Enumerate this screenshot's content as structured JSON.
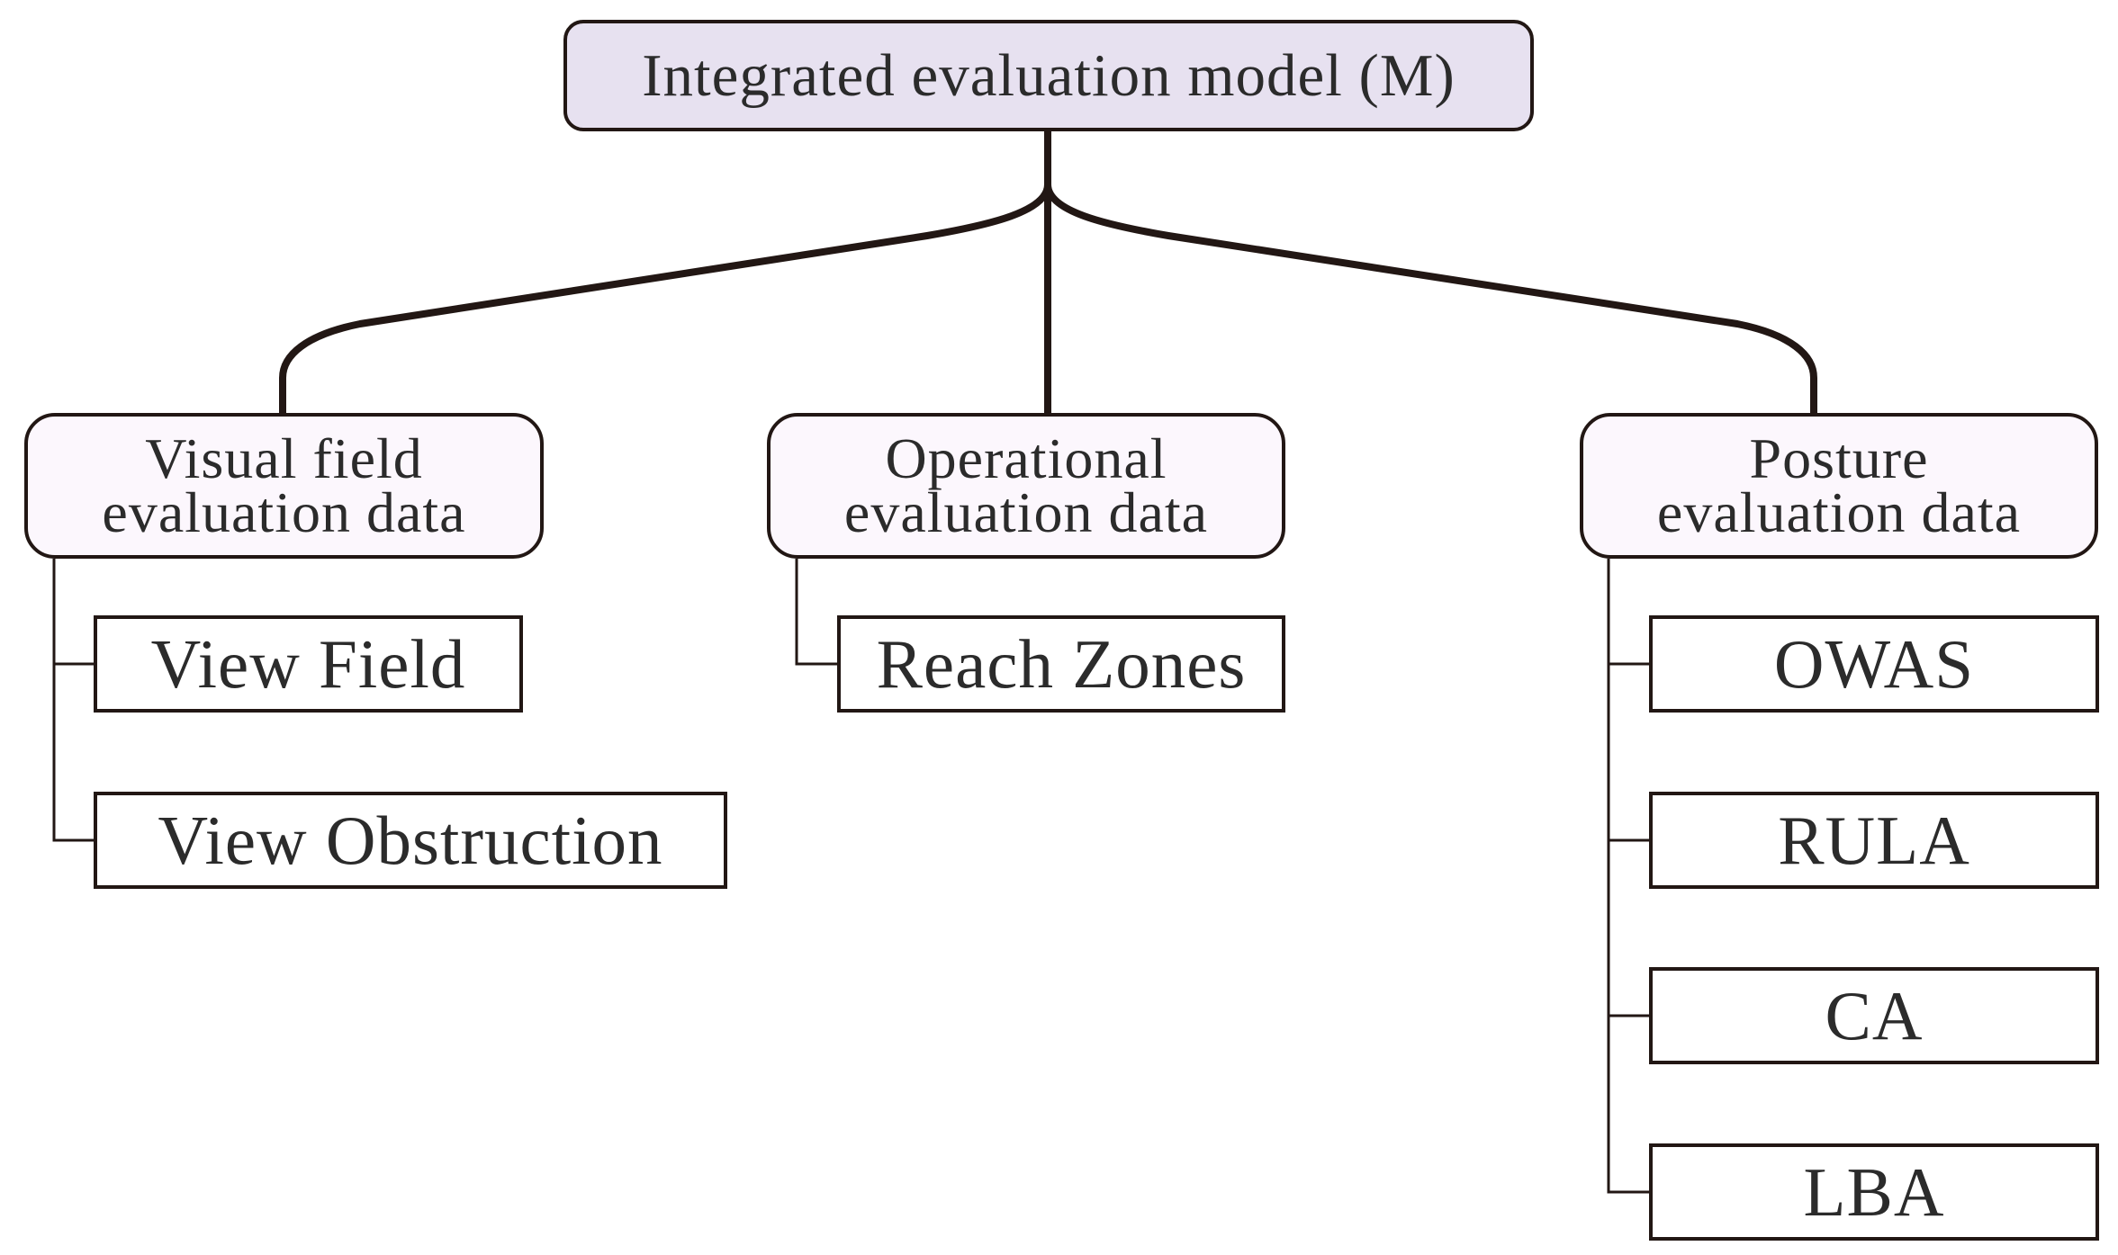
{
  "root": {
    "label": "Integrated evaluation model (M)"
  },
  "categories": [
    {
      "line1": "Visual field",
      "line2": "evaluation data",
      "items": [
        "View Field",
        "View Obstruction"
      ]
    },
    {
      "line1": "Operational",
      "line2": "evaluation data",
      "items": [
        "Reach Zones"
      ]
    },
    {
      "line1": "Posture",
      "line2": "evaluation data",
      "items": [
        "OWAS",
        "RULA",
        "CA",
        "LBA"
      ]
    }
  ],
  "colors": {
    "line": "#221714",
    "root_fill": "#e7e1f0",
    "category_fill": "#fcf7fd",
    "text": "#2b2b2b"
  }
}
